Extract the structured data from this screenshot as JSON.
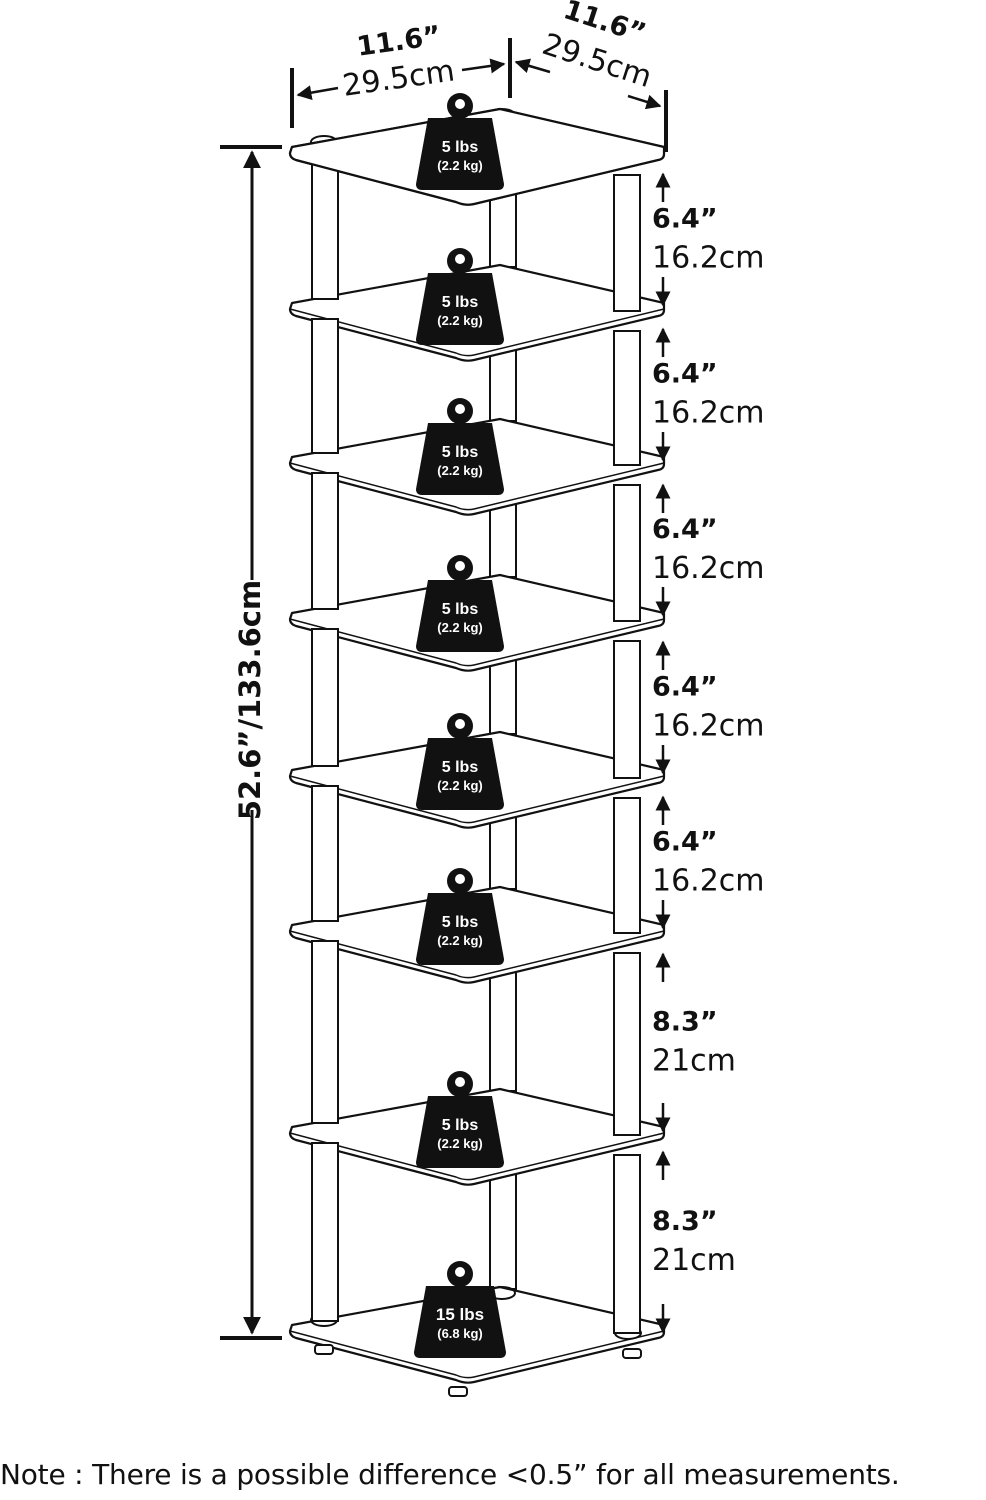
{
  "dimensions": {
    "width_in": "11.6”",
    "width_cm": "29.5cm",
    "depth_in": "11.6”",
    "depth_cm": "29.5cm",
    "height_label": "52.6”/133.6cm"
  },
  "gaps": [
    {
      "in": "6.4”",
      "cm": "16.2cm"
    },
    {
      "in": "6.4”",
      "cm": "16.2cm"
    },
    {
      "in": "6.4”",
      "cm": "16.2cm"
    },
    {
      "in": "6.4”",
      "cm": "16.2cm"
    },
    {
      "in": "6.4”",
      "cm": "16.2cm"
    },
    {
      "in": "8.3”",
      "cm": "21cm"
    },
    {
      "in": "8.3”",
      "cm": "21cm"
    }
  ],
  "weights": [
    {
      "lbs": "5 lbs",
      "kg": "(2.2 kg)"
    },
    {
      "lbs": "5 lbs",
      "kg": "(2.2 kg)"
    },
    {
      "lbs": "5 lbs",
      "kg": "(2.2 kg)"
    },
    {
      "lbs": "5 lbs",
      "kg": "(2.2 kg)"
    },
    {
      "lbs": "5 lbs",
      "kg": "(2.2 kg)"
    },
    {
      "lbs": "5 lbs",
      "kg": "(2.2 kg)"
    },
    {
      "lbs": "5 lbs",
      "kg": "(2.2 kg)"
    },
    {
      "lbs": "15 lbs",
      "kg": "(6.8 kg)"
    }
  ],
  "note": "Note : There is a possible difference <0.5” for all measurements."
}
